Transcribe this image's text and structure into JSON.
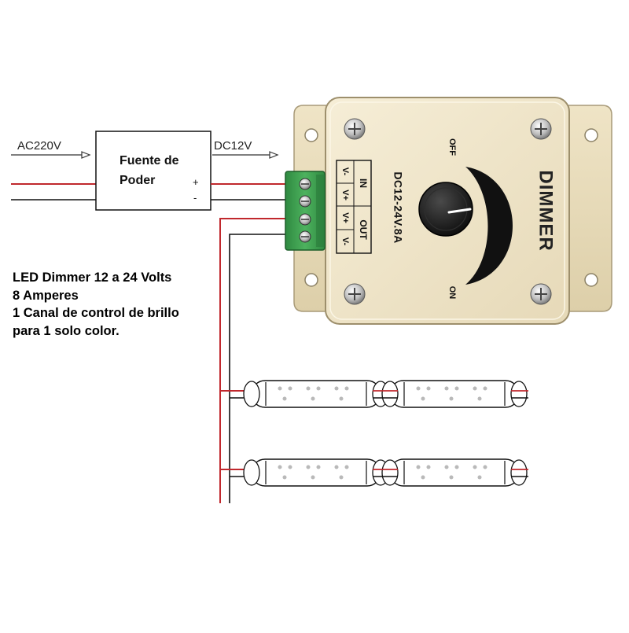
{
  "labels": {
    "ac_input": "AC220V",
    "dc_output": "DC12V",
    "power_supply_line1": "Fuente de",
    "power_supply_line2": "Poder",
    "plus": "+",
    "minus": "-"
  },
  "dimmer": {
    "title": "DIMMER",
    "rating": "DC12-24V.8A",
    "off": "OFF",
    "on": "ON",
    "terminal_in": "IN",
    "terminal_out": "OUT",
    "pin_v_minus_in": "V-",
    "pin_v_plus_in": "V+",
    "pin_v_plus_out": "V+",
    "pin_v_minus_out": "V-"
  },
  "description": {
    "line1": "LED Dimmer 12 a 24 Volts",
    "line2": "8 Amperes",
    "line3": "1 Canal de control de brillo",
    "line4": "para 1 solo color."
  },
  "colors": {
    "positive_wire": "#c0282d",
    "negative_wire": "#111111",
    "housing": "#f1e7cc",
    "terminal_block": "#3c9a4d",
    "knob": "#1a1a1a"
  }
}
